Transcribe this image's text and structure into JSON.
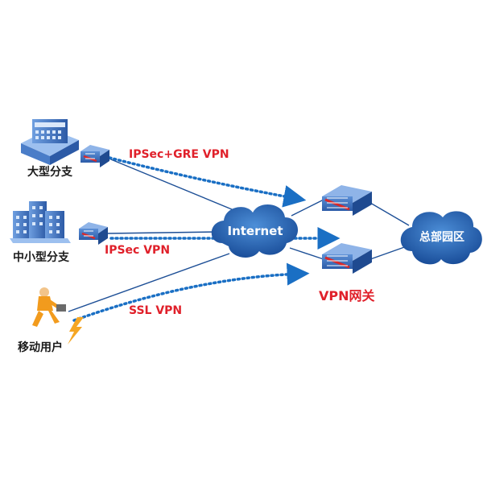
{
  "nodes": {
    "large_branch": "大型分支",
    "small_branch": "中小型分支",
    "mobile_user": "移动用户",
    "internet": "Internet",
    "headquarters": "总部园区",
    "vpn_gateway": "VPN网关"
  },
  "links": {
    "ipsec_gre": "IPSec+GRE VPN",
    "ipsec": "IPSec VPN",
    "ssl": "SSL VPN"
  },
  "colors": {
    "link_label": "#e0202a",
    "solid_line": "#1d4f96",
    "dotted_flow": "#1a6fc4",
    "cloud": "#1e5aa8",
    "device": "#2f5fae",
    "device_stripe": "#d8282a"
  }
}
